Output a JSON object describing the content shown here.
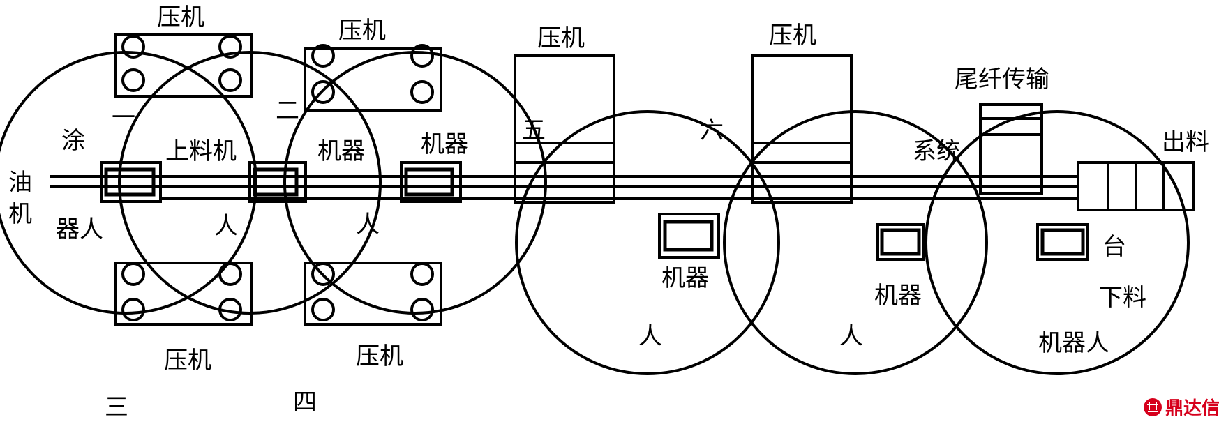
{
  "colors": {
    "line": "#000000",
    "background": "#ffffff",
    "watermark": "#d6001c"
  },
  "labels": {
    "press_1": "压机",
    "press_1_no": "一",
    "press_2": "压机",
    "press_2_no": "二",
    "press_3": "压机",
    "press_3_no": "三",
    "press_4": "压机",
    "press_4_no": "四",
    "press_5": "压机",
    "press_5_no": "五",
    "press_6": "压机",
    "press_6_no": "六",
    "oiler_a": "油",
    "oiler_b": "机",
    "coating_robot_a": "涂",
    "coating_robot_b": "器人",
    "loading_robot_a": "上料机",
    "loading_robot_b": "人",
    "robot_3_a": "机器",
    "robot_3_b": "人",
    "robot_4_a": "机器",
    "robot_5_a": "机器",
    "robot_5_b": "人",
    "robot_6_a": "机器",
    "robot_6_b": "人",
    "tail_conveyor_a": "尾纤传输",
    "tail_conveyor_b": "系统",
    "output_label": "出料",
    "output_platform": "台",
    "unloading_robot_a": "下料",
    "unloading_robot_b": "机器人"
  },
  "watermark": {
    "text": "鼎达信",
    "logo_icon": "dingdaxin-logo-icon"
  }
}
